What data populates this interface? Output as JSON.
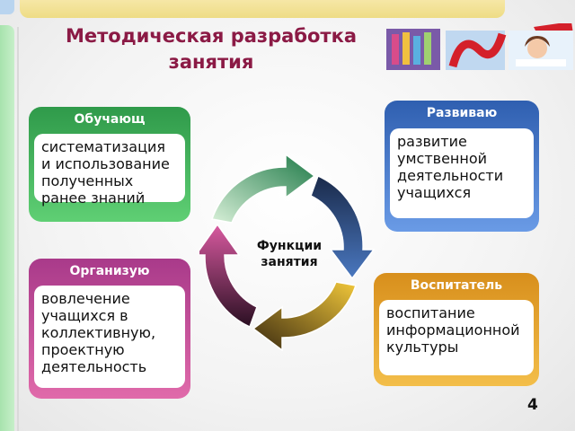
{
  "slide": {
    "title_line1": "Методическая разработка",
    "title_line2": "занятия",
    "center_label_line1": "Функции",
    "center_label_line2": "занятия",
    "page_number": "4"
  },
  "panels": {
    "teaching": {
      "title": "Обучающ",
      "text": "систематизация и использование полученных ранее знаний",
      "color": "#4cb963"
    },
    "developing": {
      "title": "Развиваю",
      "text": "развитие умственной деятельности учащихся",
      "color": "#4a7fcf"
    },
    "organizing": {
      "title": "Организую",
      "text": "вовлечение учащихся в коллективную, проектную деятельность",
      "color": "#c44f9e"
    },
    "educating": {
      "title": "Воспитатель",
      "text": "воспитание информационной культуры",
      "color": "#e3a22c"
    }
  },
  "cycle_colors": {
    "top": "#2f8a52",
    "right": "#2a4f86",
    "bottom": "#e2a92a",
    "left": "#8c1c56"
  }
}
